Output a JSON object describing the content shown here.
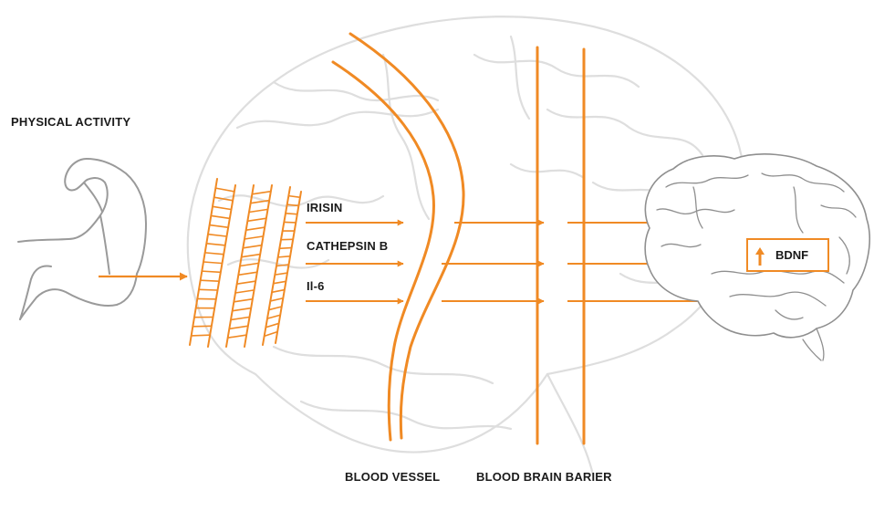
{
  "colors": {
    "accent": "#f08a24",
    "watermark": "#dcdcdc",
    "outline": "#9a9a9a"
  },
  "labels": {
    "physical_activity": "PHYSICAL ACTIVITY",
    "irisin": "IRISIN",
    "cathepsin_b": "CATHEPSIN B",
    "il6": "Il-6",
    "bdnf": "BDNF",
    "blood_vessel": "BLOOD VESSEL",
    "blood_brain_barrier": "BLOOD BRAIN BARIER"
  },
  "icons": [
    "flexed-arm-icon",
    "muscle-fiber-icon",
    "brain-icon",
    "up-arrow-icon",
    "brain-watermark"
  ]
}
